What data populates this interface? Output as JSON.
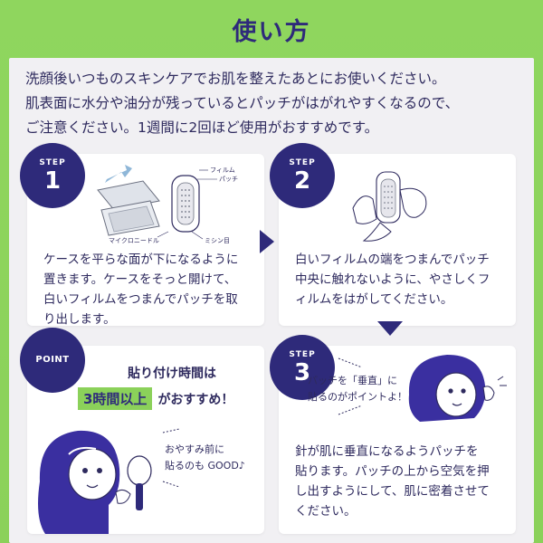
{
  "title": "使い方",
  "intro": [
    "洗顔後いつものスキンケアでお肌を整えたあとにお使いください。",
    "肌表面に水分や油分が残っているとパッチがはがれやすくなるので、",
    "ご注意ください。1週間に2回ほど使用がおすすめです。"
  ],
  "steps": [
    {
      "badge_label": "STEP",
      "number": "1",
      "text": [
        "ケースを平らな面が下になるように",
        "置きます。ケースをそっと開けて、",
        "白いフィルムをつまんでパッチを取",
        "り出します。"
      ],
      "diagram_labels": {
        "film": "フィルム",
        "patch": "パッチ",
        "microneedle": "マイクロニードル",
        "perforation": "ミシン目"
      }
    },
    {
      "badge_label": "STEP",
      "number": "2",
      "text": [
        "白いフィルムの端をつまんでパッチ",
        "中央に触れないように、やさしくフ",
        "ィルムをはがしてください。"
      ]
    },
    {
      "badge_label": "STEP",
      "number": "3",
      "bubble": [
        "パッチを「垂直」に",
        "貼るのがポイントよ！"
      ],
      "text": [
        "針が肌に垂直になるようパッチを",
        "貼ります。パッチの上から空気を押",
        "し出すようにして、肌に密着させて",
        "ください。"
      ]
    }
  ],
  "point": {
    "badge_label": "POINT",
    "title": "貼り付け時間は",
    "highlight": "3時間以上",
    "suffix": "がおすすめ！",
    "bubble": [
      "おやすみ前に",
      "貼るのも GOOD♪"
    ]
  },
  "colors": {
    "navy": "#2e2a7a",
    "green": "#8bd15a",
    "panel": "#f1f0f3"
  }
}
